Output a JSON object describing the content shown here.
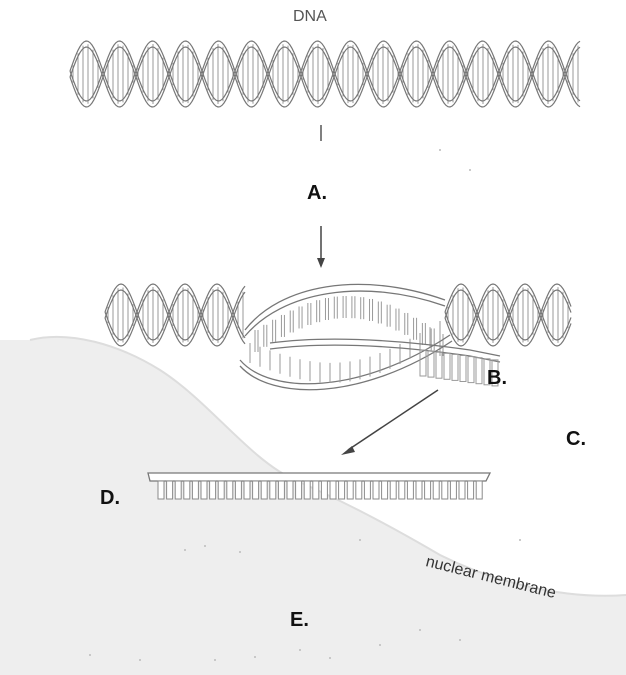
{
  "title": "DNA",
  "labels": {
    "a": "A.",
    "b": "B.",
    "c": "C.",
    "d": "D.",
    "e": "E."
  },
  "membrane_label": "nuclear membrane",
  "colors": {
    "cytoplasm": "#eeeeee",
    "outline": "#777777",
    "text": "#111111"
  }
}
